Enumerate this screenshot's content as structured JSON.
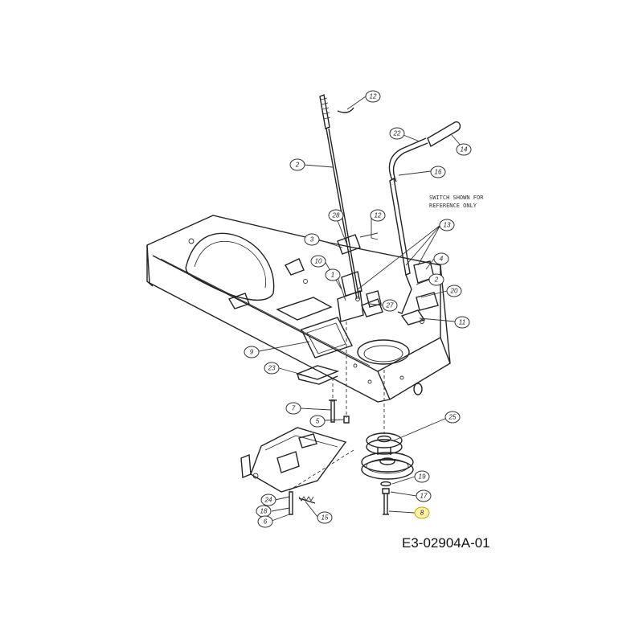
{
  "figure_code": "E3-02904A-01",
  "note_lines": [
    "SWITCH SHOWN FOR",
    "REFERENCE ONLY"
  ],
  "callouts": [
    {
      "id": "c12a",
      "label": "12"
    },
    {
      "id": "c22",
      "label": "22"
    },
    {
      "id": "c14",
      "label": "14"
    },
    {
      "id": "c2a",
      "label": "2"
    },
    {
      "id": "c16a",
      "label": "16"
    },
    {
      "id": "c28",
      "label": "28"
    },
    {
      "id": "c12b",
      "label": "12"
    },
    {
      "id": "c13",
      "label": "13"
    },
    {
      "id": "c3",
      "label": "3"
    },
    {
      "id": "c4",
      "label": "4"
    },
    {
      "id": "c10",
      "label": "10"
    },
    {
      "id": "c1",
      "label": "1"
    },
    {
      "id": "c2b",
      "label": "2"
    },
    {
      "id": "c20",
      "label": "20"
    },
    {
      "id": "c27",
      "label": "27"
    },
    {
      "id": "c11",
      "label": "11"
    },
    {
      "id": "c9",
      "label": "9"
    },
    {
      "id": "c23",
      "label": "23"
    },
    {
      "id": "c7",
      "label": "7"
    },
    {
      "id": "c5",
      "label": "5"
    },
    {
      "id": "c25",
      "label": "25"
    },
    {
      "id": "c19",
      "label": "19"
    },
    {
      "id": "c17",
      "label": "17"
    },
    {
      "id": "c24",
      "label": "24"
    },
    {
      "id": "c18",
      "label": "18"
    },
    {
      "id": "c15",
      "label": "15"
    },
    {
      "id": "c6",
      "label": "6"
    },
    {
      "id": "c8",
      "label": "8",
      "highlight": true
    }
  ],
  "colors": {
    "line": "#222222",
    "highlight": "#fff2a8"
  }
}
